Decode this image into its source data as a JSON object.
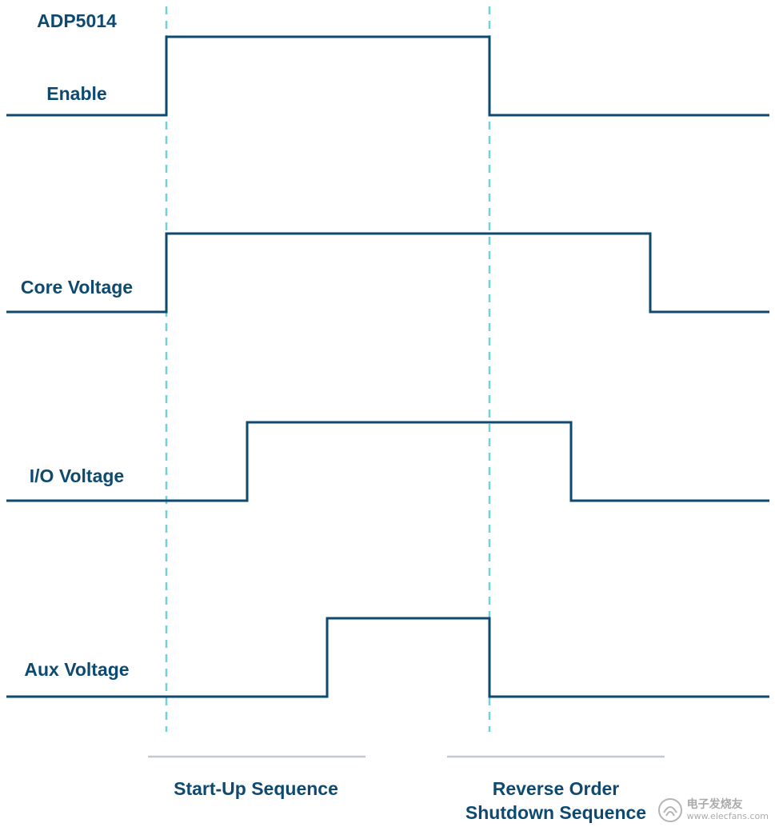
{
  "device_label": "ADP5014",
  "signals": [
    {
      "label": "Enable"
    },
    {
      "label": "Core Voltage"
    },
    {
      "label": "I/O Voltage"
    },
    {
      "label": "Aux Voltage"
    }
  ],
  "phases": [
    {
      "lines": [
        "Start-Up Sequence"
      ]
    },
    {
      "lines": [
        "Reverse Order",
        "Shutdown Sequence"
      ]
    }
  ],
  "watermark": {
    "name": "电子发烧友",
    "url": "www.elecfans.com"
  },
  "colors": {
    "signal": "#0e4a70",
    "marker": "#6fd0df",
    "bracket": "#c4c8d0"
  }
}
